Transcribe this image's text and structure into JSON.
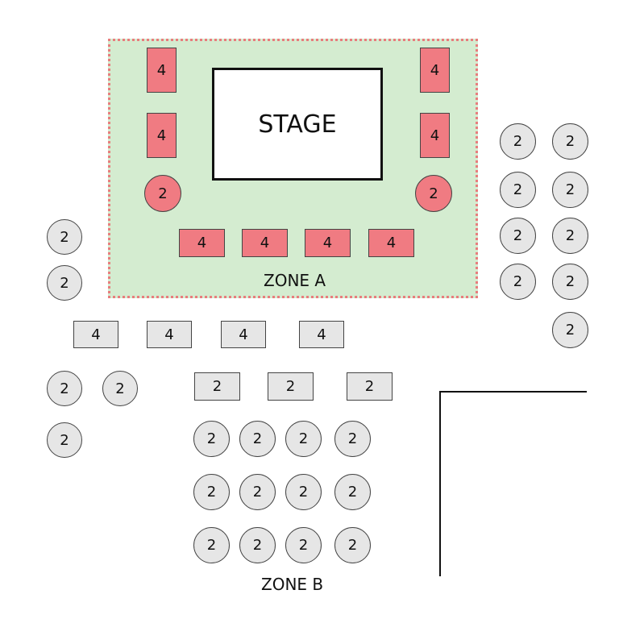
{
  "zones": {
    "a_label": "ZONE A",
    "b_label": "ZONE B"
  },
  "stage": {
    "label": "STAGE"
  },
  "colors": {
    "zone_a_fill": "#d4ecd0",
    "zone_a_border": "#e87d7d",
    "vip_table": "#f07b82",
    "standard_table": "#e6e6e6"
  },
  "zone_a_tables": {
    "left_rect_1": "4",
    "left_rect_2": "4",
    "left_round": "2",
    "right_rect_1": "4",
    "right_rect_2": "4",
    "right_round": "2",
    "front_1": "4",
    "front_2": "4",
    "front_3": "4",
    "front_4": "4"
  },
  "zone_b_tables": {
    "left_round_1": "2",
    "left_round_2": "2",
    "row_four_1": "4",
    "row_four_2": "4",
    "row_four_3": "4",
    "row_four_4": "4",
    "left_round_3": "2",
    "left_round_4": "2",
    "left_round_5": "2",
    "rect_two_1": "2",
    "rect_two_2": "2",
    "rect_two_3": "2",
    "grid": [
      "2",
      "2",
      "2",
      "2",
      "2",
      "2",
      "2",
      "2",
      "2",
      "2",
      "2",
      "2"
    ],
    "right_column": [
      "2",
      "2",
      "2",
      "2",
      "2",
      "2",
      "2",
      "2",
      "2"
    ]
  }
}
